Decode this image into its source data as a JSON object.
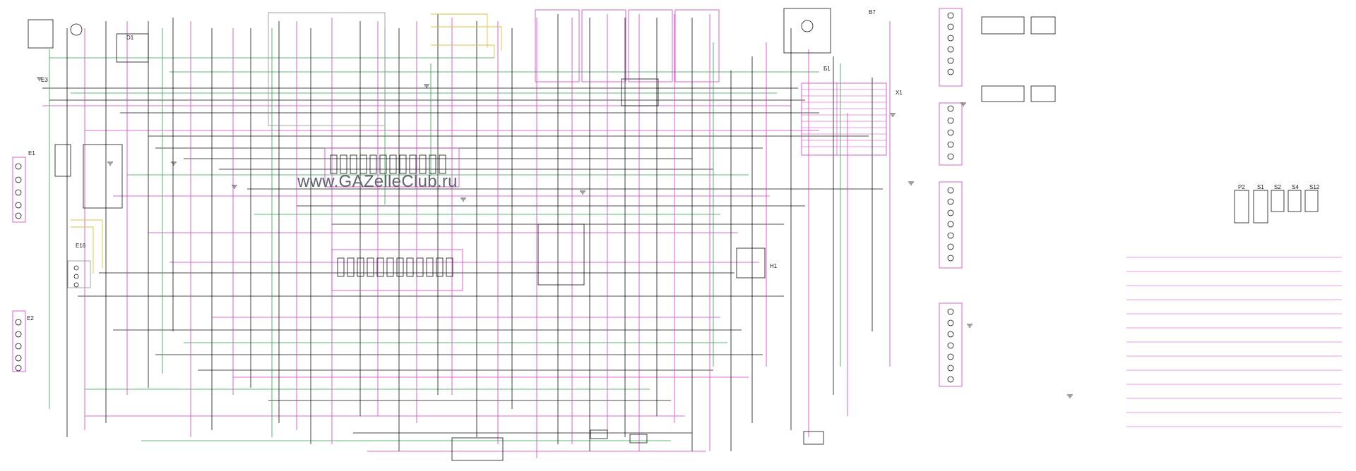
{
  "watermark": "www.GAZelleClub.ru",
  "labels": {
    "e1": "E1",
    "e2": "E2",
    "e3": "E3",
    "e16": "Е16",
    "d1": "D1",
    "h1": "H1",
    "b7": "B7",
    "x1": "X1",
    "b1": "Б1",
    "p2": "P2",
    "s1": "S1",
    "s2": "S2",
    "s4": "S4",
    "s12": "S12"
  },
  "colors": {
    "wire_black": "#111111",
    "wire_pink": "#d13cc7",
    "wire_green": "#2aa34a",
    "wire_yellow": "#d9c33e",
    "gray_box": "#8f8f8f"
  }
}
